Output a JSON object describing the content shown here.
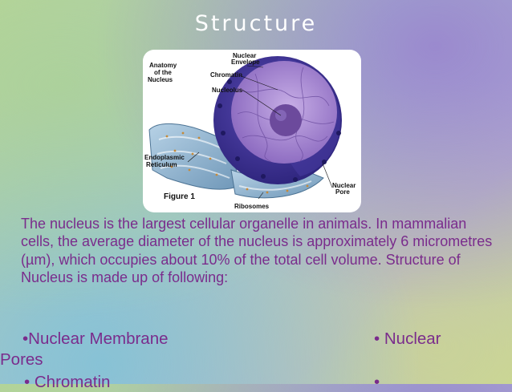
{
  "slide": {
    "title": "Structure"
  },
  "figure": {
    "heading_line1": "Anatomy",
    "heading_line2": "of the",
    "heading_line3": "Nucleus",
    "label_envelope_1": "Nuclear",
    "label_envelope_2": "Envelope",
    "label_chromatin": "Chromatin",
    "label_nucleolus": "Nucleolus",
    "label_er_1": "Endoplasmic",
    "label_er_2": "Reticulum",
    "label_pore_1": "Nuclear",
    "label_pore_2": "Pore",
    "label_ribosomes": "Ribosomes",
    "caption": "Figure 1",
    "colors": {
      "nucleus_outer": "#3a2f8f",
      "nucleus_inner": "#a889cf",
      "nucleolus": "#6c4a9c",
      "er": "#8fb4cf"
    }
  },
  "body": {
    "paragraph": "The nucleus is the largest cellular organelle in animals. In mammalian cells, the average diameter of the nucleus is approximately 6 micrometres (µm), which occupies about 10% of the total cell volume. Structure of Nucleus is made up of following:",
    "bullet_1": "•Nuclear Membrane",
    "bullet_2": "• Nuclear",
    "bullet_2_cont": "Pores",
    "bullet_3": "• Chromatin",
    "bullet_4": "•"
  },
  "colors": {
    "text": "#7a2c8c",
    "title": "#ffffff"
  }
}
